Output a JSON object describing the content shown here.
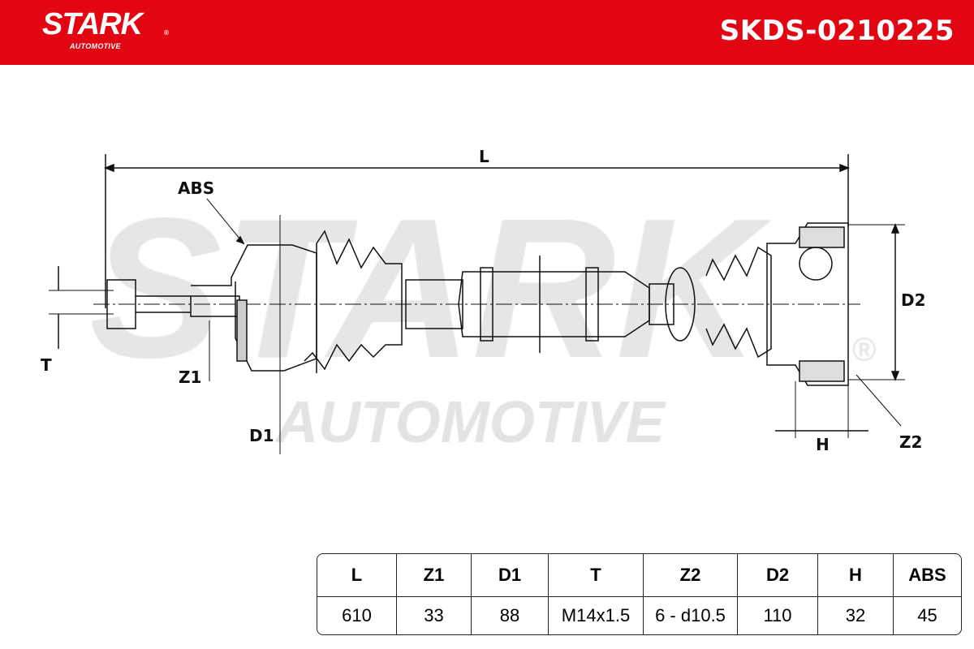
{
  "header": {
    "brand": "STARK",
    "brand_sub": "AUTOMOTIVE",
    "part_number": "SKDS-0210225",
    "color": "#e20613"
  },
  "watermark": {
    "line1": "STARK",
    "line2": "AUTOMOTIVE"
  },
  "labels": {
    "L": "L",
    "ABS": "ABS",
    "T": "T",
    "Z1": "Z1",
    "D1": "D1",
    "D2": "D2",
    "H": "H",
    "Z2": "Z2"
  },
  "table": {
    "headers": [
      "L",
      "Z1",
      "D1",
      "T",
      "Z2",
      "D2",
      "H",
      "ABS"
    ],
    "values": [
      "610",
      "33",
      "88",
      "M14x1.5",
      "6 - d10.5",
      "110",
      "32",
      "45"
    ]
  }
}
